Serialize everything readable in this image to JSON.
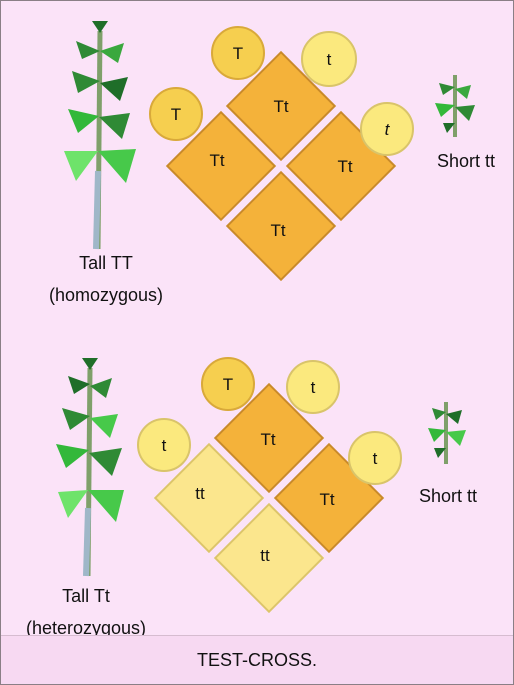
{
  "top": {
    "tall_label": "Tall TT",
    "tall_sublabel": "(homozygous)",
    "short_label": "Short tt",
    "gametes": {
      "left_top": "T",
      "left_bottom": "T",
      "right_top": "t",
      "right_bottom": "t"
    },
    "cells": {
      "top": "Tt",
      "left": "Tt",
      "right": "Tt",
      "bottom": "Tt"
    }
  },
  "bottom": {
    "tall_label": "Tall Tt",
    "tall_sublabel": "(heterozygous)",
    "short_label": "Short tt",
    "gametes": {
      "left_top": "T",
      "left_bottom": "t",
      "right_top": "t",
      "right_bottom": "t"
    },
    "cells": {
      "top": "Tt",
      "left": "tt",
      "right": "Tt",
      "bottom": "tt"
    }
  },
  "caption": "TEST-CROSS.",
  "colors": {
    "background": "#fbe3f8",
    "tt_cell_orange": "#f4b23a",
    "tt_cell_yellow": "#fbe68d",
    "gamete": "#fbe97e",
    "leaf_green": "#33b83a"
  }
}
